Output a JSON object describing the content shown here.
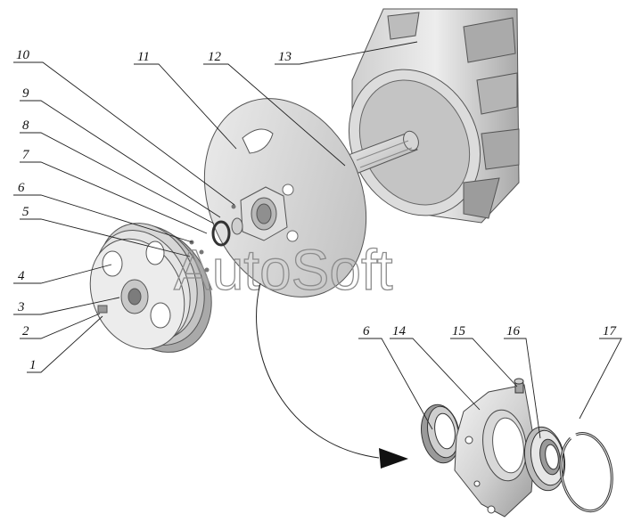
{
  "watermark": "AutoSoft",
  "callouts": {
    "c1": "1",
    "c2": "2",
    "c3": "3",
    "c4": "4",
    "c5": "5",
    "c6": "6",
    "c7": "7",
    "c8": "8",
    "c9": "9",
    "c10": "10",
    "c11": "11",
    "c12": "12",
    "c13": "13",
    "c6b": "6",
    "c14": "14",
    "c15": "15",
    "c16": "16",
    "c17": "17"
  },
  "colors": {
    "metal_light": "#e6e6e6",
    "metal_mid": "#bdbdbd",
    "metal_dark": "#8a8a8a",
    "line": "#222222"
  }
}
